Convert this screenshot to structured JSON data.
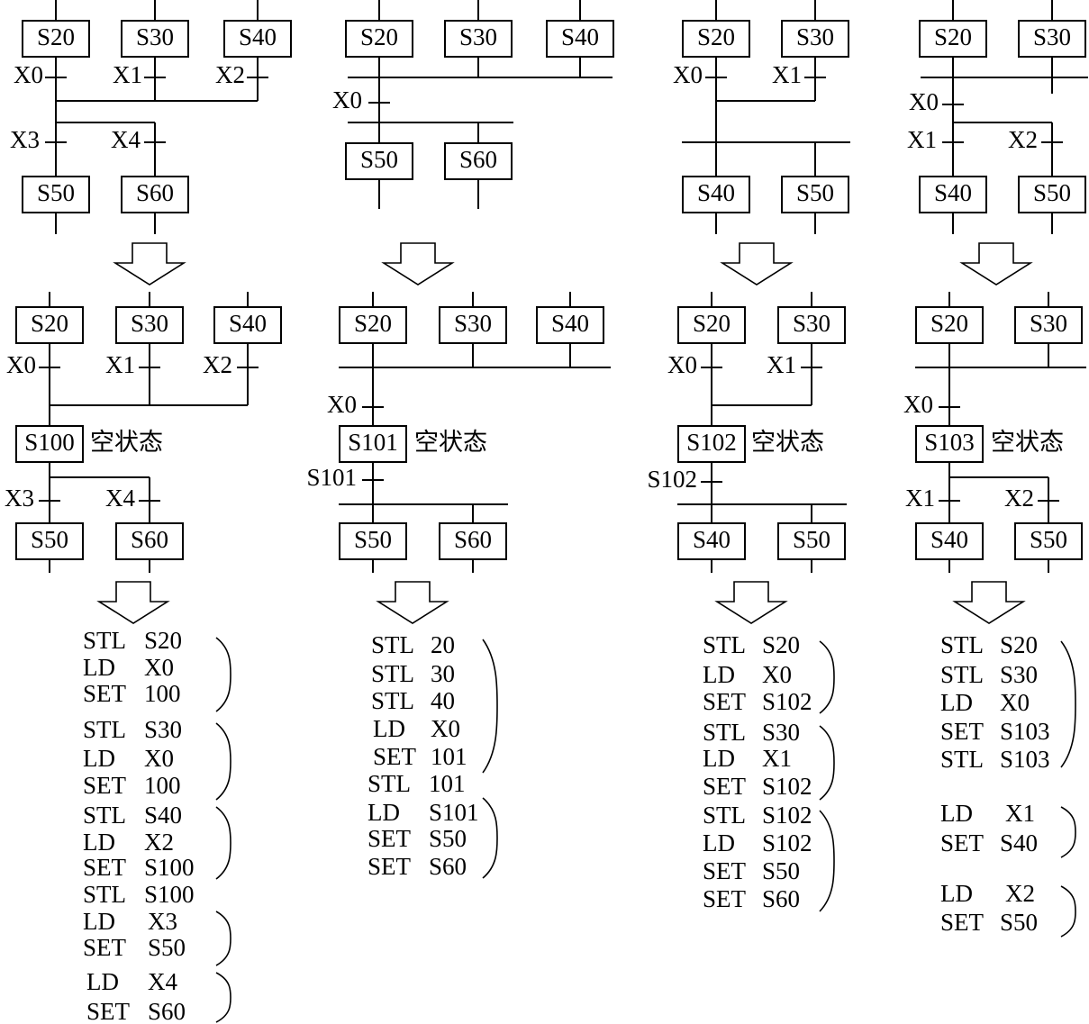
{
  "empty_state_label": "空状态",
  "columns": [
    {
      "top": {
        "steps": [
          "S20",
          "S30",
          "S40"
        ],
        "conds": [
          "X0",
          "X1",
          "X2",
          "X3",
          "X4"
        ],
        "next": [
          "S50",
          "S60"
        ]
      },
      "mid": {
        "steps": [
          "S20",
          "S30",
          "S40"
        ],
        "conds": [
          "X0",
          "X1",
          "X2",
          "X3",
          "X4"
        ],
        "empty": "S100",
        "next": [
          "S50",
          "S60"
        ]
      },
      "code": [
        [
          "STL",
          "S20"
        ],
        [
          "LD",
          "X0"
        ],
        [
          "SET",
          "100"
        ],
        [
          "STL",
          "S30"
        ],
        [
          "LD",
          "X0"
        ],
        [
          "SET",
          "100"
        ],
        [
          "STL",
          "S40"
        ],
        [
          "LD",
          "X2"
        ],
        [
          "SET",
          "S100"
        ],
        [
          "STL",
          "S100"
        ],
        [
          "LD",
          "X3"
        ],
        [
          "SET",
          "S50"
        ],
        [
          "LD",
          "X4"
        ],
        [
          "SET",
          "S60"
        ]
      ]
    },
    {
      "top": {
        "steps": [
          "S20",
          "S30",
          "S40"
        ],
        "conds": [
          "X0"
        ],
        "next": [
          "S50",
          "S60"
        ]
      },
      "mid": {
        "steps": [
          "S20",
          "S30",
          "S40"
        ],
        "conds": [
          "X0",
          "S101"
        ],
        "empty": "S101",
        "next": [
          "S50",
          "S60"
        ]
      },
      "code": [
        [
          "STL",
          "20"
        ],
        [
          "STL",
          "30"
        ],
        [
          "STL",
          "40"
        ],
        [
          "LD",
          "X0"
        ],
        [
          "SET",
          "101"
        ],
        [
          "STL",
          "101"
        ],
        [
          "LD",
          "S101"
        ],
        [
          "SET",
          "S50"
        ],
        [
          "SET",
          "S60"
        ]
      ]
    },
    {
      "top": {
        "steps": [
          "S20",
          "S30"
        ],
        "conds": [
          "X0",
          "X1"
        ],
        "next": [
          "S40",
          "S50"
        ]
      },
      "mid": {
        "steps": [
          "S20",
          "S30"
        ],
        "conds": [
          "X0",
          "X1",
          "S102"
        ],
        "empty": "S102",
        "next": [
          "S40",
          "S50"
        ]
      },
      "code": [
        [
          "STL",
          "S20"
        ],
        [
          "LD",
          "X0"
        ],
        [
          "SET",
          "S102"
        ],
        [
          "STL",
          "S30"
        ],
        [
          "LD",
          "X1"
        ],
        [
          "SET",
          "S102"
        ],
        [
          "STL",
          "S102"
        ],
        [
          "LD",
          "S102"
        ],
        [
          "SET",
          "S50"
        ],
        [
          "SET",
          "S60"
        ]
      ]
    },
    {
      "top": {
        "steps": [
          "S20",
          "S30"
        ],
        "conds": [
          "X0",
          "X1",
          "X2"
        ],
        "next": [
          "S40",
          "S50"
        ]
      },
      "mid": {
        "steps": [
          "S20",
          "S30"
        ],
        "conds": [
          "X0",
          "X1",
          "X2"
        ],
        "empty": "S103",
        "next": [
          "S40",
          "S50"
        ]
      },
      "code": [
        [
          "STL",
          "S20"
        ],
        [
          "STL",
          "S30"
        ],
        [
          "LD",
          "X0"
        ],
        [
          "SET",
          "S103"
        ],
        [
          "STL",
          "S103"
        ],
        [
          "LD",
          "X1"
        ],
        [
          "SET",
          "S40"
        ],
        [
          "LD",
          "X2"
        ],
        [
          "SET",
          "S50"
        ]
      ]
    }
  ]
}
